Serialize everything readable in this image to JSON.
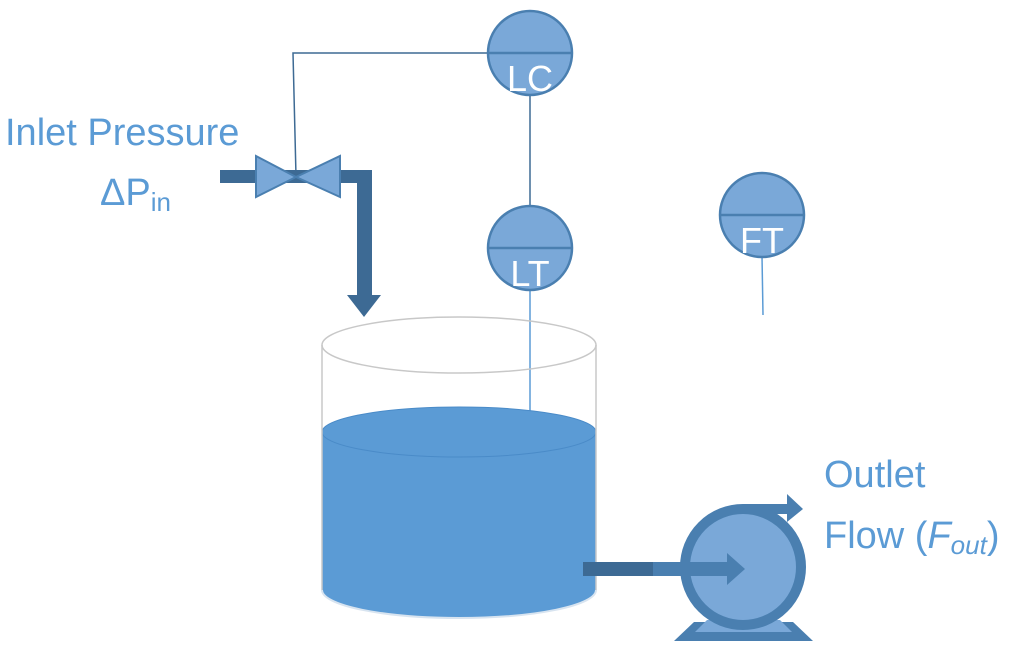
{
  "labels": {
    "inlet_line1": "Inlet Pressure",
    "inlet_symbol": "ΔP",
    "inlet_sub": "in",
    "outlet_line1": "Outlet",
    "outlet_line2_prefix": "Flow (",
    "outlet_symbol": "F",
    "outlet_sub": "out",
    "outlet_line2_suffix": ")"
  },
  "instruments": {
    "level_controller": "LC",
    "level_transmitter": "LT",
    "flow_transmitter": "FT"
  },
  "colors": {
    "label": "#5b9bd5",
    "instrument_fill": "#7aa8d8",
    "instrument_stroke": "#4a7fb0",
    "pipe": "#3d6a94",
    "liquid": "#5b9bd5"
  }
}
